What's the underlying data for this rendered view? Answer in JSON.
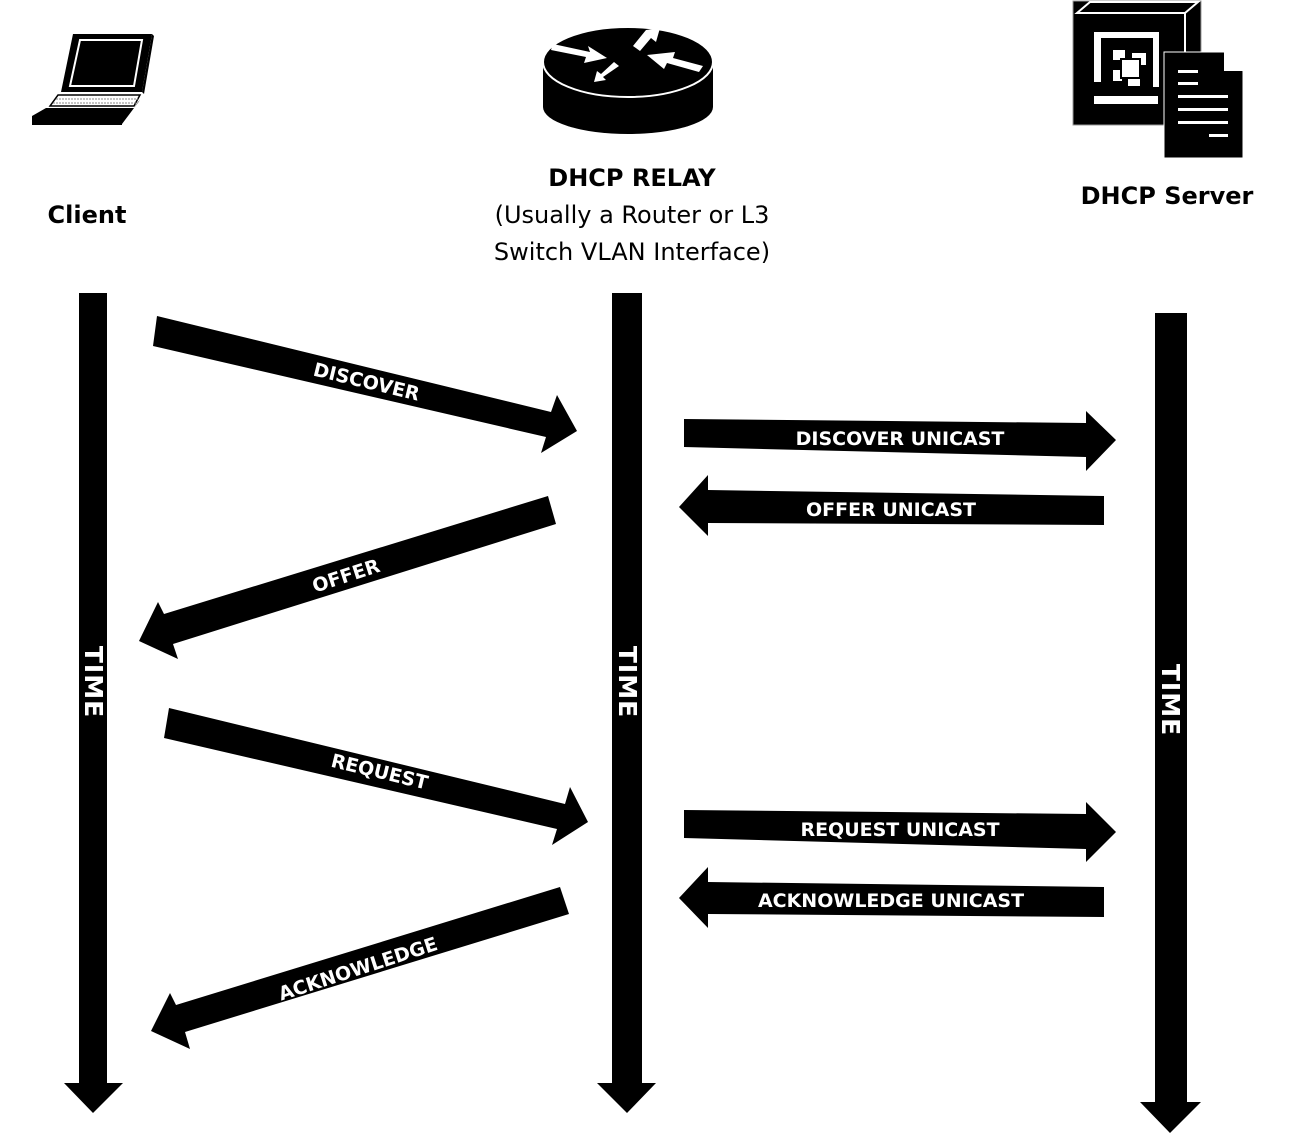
{
  "diagram": {
    "title": "DHCP Relay message flow",
    "colors": {
      "foreground": "#000000",
      "background": "#ffffff",
      "arrow_text": "#ffffff"
    },
    "nodes": {
      "client": {
        "label": "Client",
        "icon": "laptop-icon"
      },
      "relay": {
        "label": "DHCP RELAY",
        "sublabel_line1": "(Usually a Router or L3",
        "sublabel_line2": "Switch  VLAN Interface)",
        "icon": "router-icon"
      },
      "server": {
        "label": "DHCP Server",
        "icon": "server-icon"
      }
    },
    "timelines": {
      "client": {
        "label": "TIME"
      },
      "relay": {
        "label": "TIME"
      },
      "server": {
        "label": "TIME"
      }
    },
    "messages": [
      {
        "label": "DISCOVER",
        "from": "client",
        "to": "relay",
        "order": 1
      },
      {
        "label": "DISCOVER UNICAST",
        "from": "relay",
        "to": "server",
        "order": 2
      },
      {
        "label": "OFFER UNICAST",
        "from": "server",
        "to": "relay",
        "order": 3
      },
      {
        "label": "OFFER",
        "from": "relay",
        "to": "client",
        "order": 4
      },
      {
        "label": "REQUEST",
        "from": "client",
        "to": "relay",
        "order": 5
      },
      {
        "label": "REQUEST UNICAST",
        "from": "relay",
        "to": "server",
        "order": 6
      },
      {
        "label": "ACKNOWLEDGE UNICAST",
        "from": "server",
        "to": "relay",
        "order": 7
      },
      {
        "label": "ACKNOWLEDGE",
        "from": "relay",
        "to": "client",
        "order": 8
      }
    ]
  }
}
